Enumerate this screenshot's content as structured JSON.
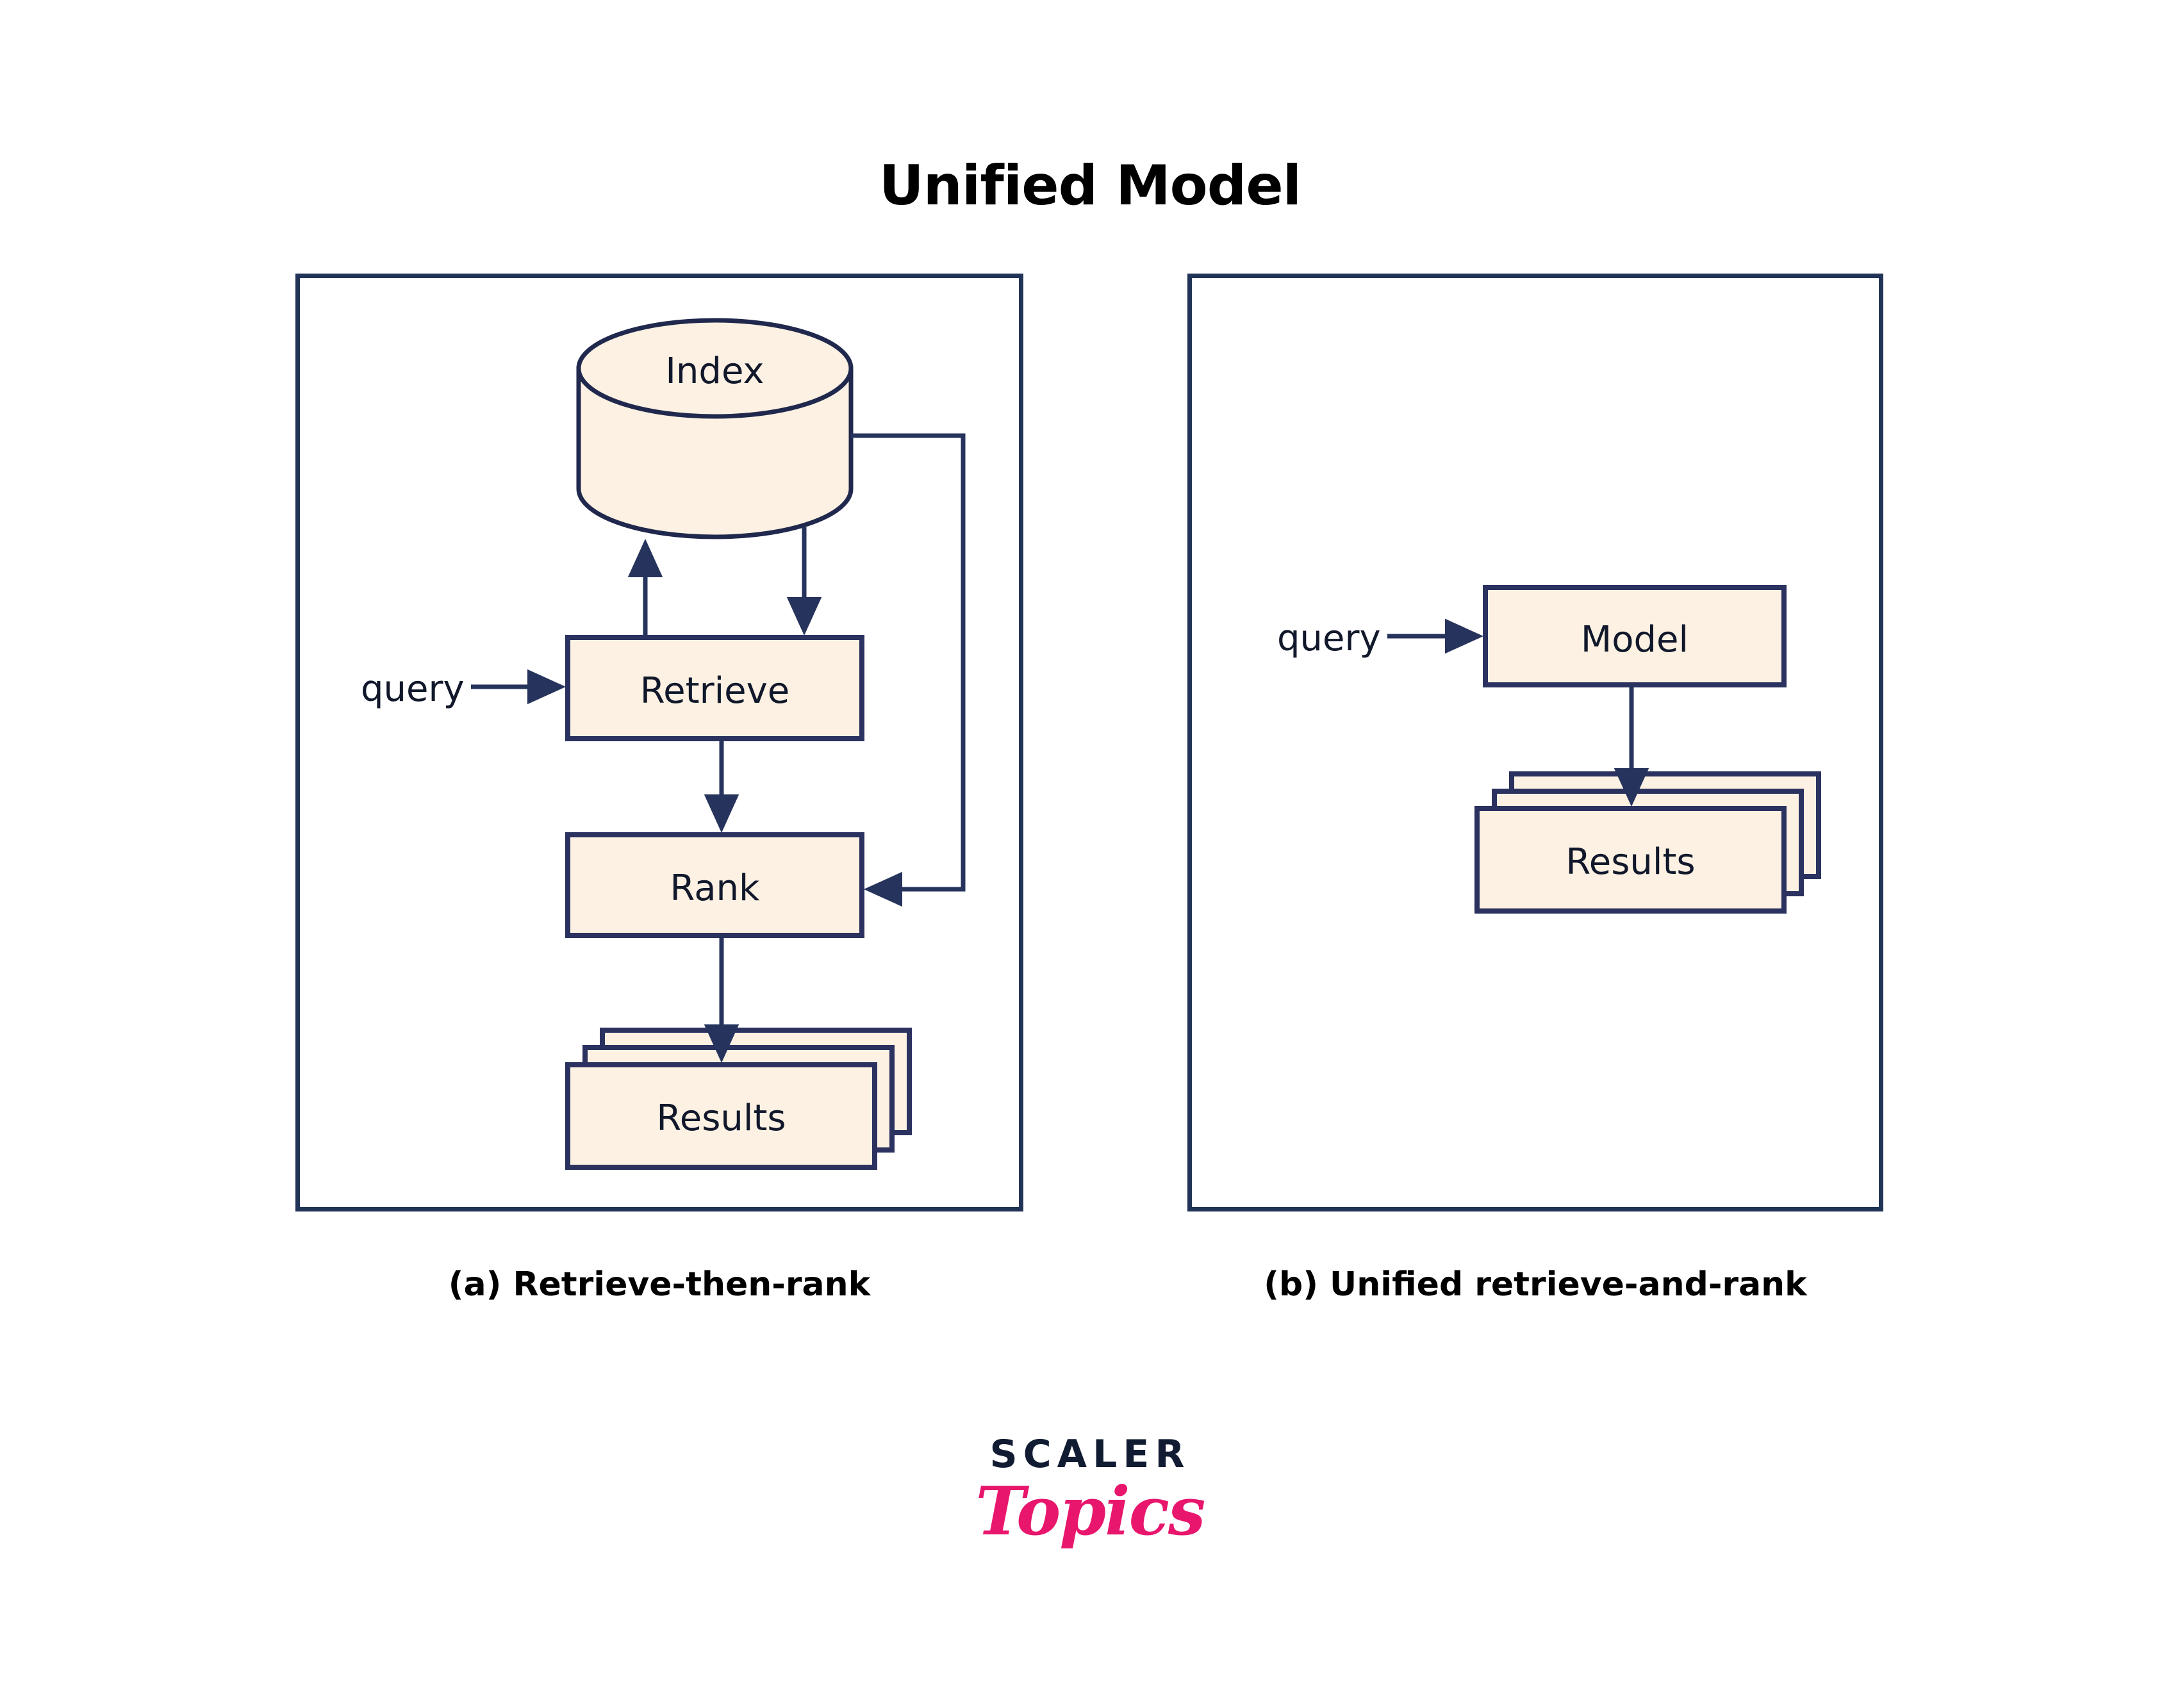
{
  "title": "Unified Model",
  "colors": {
    "node_fill": "#fcf1e2",
    "node_stroke": "#2b3260",
    "panel_stroke": "#213457",
    "arrow": "#26335c",
    "text": "#11182b",
    "logo_dark": "#111c33",
    "logo_pink": "#e8176d",
    "background": "#ffffff"
  },
  "panels": [
    {
      "id": "a",
      "caption": "(a) Retrieve-then-rank",
      "nodes": [
        {
          "id": "index",
          "label": "Index",
          "shape": "cylinder"
        },
        {
          "id": "retrieve",
          "label": "Retrieve",
          "shape": "rect"
        },
        {
          "id": "rank",
          "label": "Rank",
          "shape": "rect"
        },
        {
          "id": "results",
          "label": "Results",
          "shape": "stacked-rect"
        }
      ],
      "edge_labels": [
        {
          "id": "query-a",
          "label": "query"
        }
      ],
      "edges": [
        {
          "from": "query-a",
          "to": "retrieve"
        },
        {
          "from": "retrieve",
          "to": "index"
        },
        {
          "from": "index",
          "to": "retrieve"
        },
        {
          "from": "retrieve",
          "to": "rank"
        },
        {
          "from": "index",
          "to": "rank"
        },
        {
          "from": "rank",
          "to": "results"
        }
      ]
    },
    {
      "id": "b",
      "caption": "(b) Unified retrieve-and-rank",
      "nodes": [
        {
          "id": "model",
          "label": "Model",
          "shape": "rect"
        },
        {
          "id": "results-b",
          "label": "Results",
          "shape": "stacked-rect"
        }
      ],
      "edge_labels": [
        {
          "id": "query-b",
          "label": "query"
        }
      ],
      "edges": [
        {
          "from": "query-b",
          "to": "model"
        },
        {
          "from": "model",
          "to": "results-b"
        }
      ]
    }
  ],
  "logo": {
    "primary": "SCALER",
    "secondary": "Topics"
  }
}
